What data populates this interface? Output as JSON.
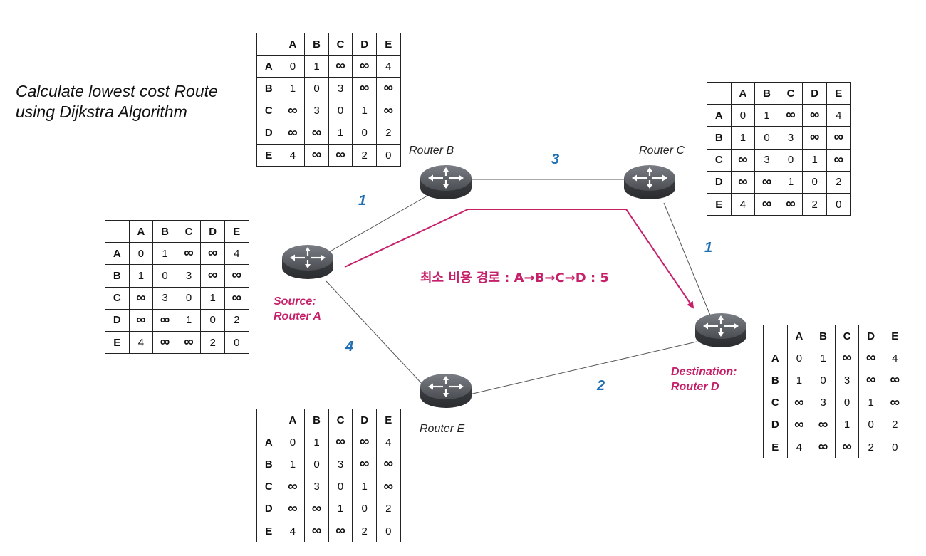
{
  "title": [
    "Calculate lowest cost Route",
    "using Dijkstra Algorithm"
  ],
  "routers": {
    "A": [
      "Source:",
      "Router A"
    ],
    "B": [
      "Router B"
    ],
    "C": [
      "Router C"
    ],
    "D": [
      "Destination:",
      "Router D"
    ],
    "E": [
      "Router E"
    ]
  },
  "links": [
    {
      "from": "A",
      "to": "B",
      "cost": "1"
    },
    {
      "from": "B",
      "to": "C",
      "cost": "3"
    },
    {
      "from": "C",
      "to": "D",
      "cost": "1"
    },
    {
      "from": "A",
      "to": "E",
      "cost": "4"
    },
    {
      "from": "E",
      "to": "D",
      "cost": "2"
    }
  ],
  "shortest_path": {
    "label": "최소 비용 경로 : A→B→C→D : 5",
    "nodes": [
      "A",
      "B",
      "C",
      "D"
    ],
    "color": "#c6206a"
  },
  "colors": {
    "cost": "#1f6fb2",
    "highlight": "#c6206a",
    "router": "#4a4e53"
  },
  "table": {
    "headers": [
      "",
      "A",
      "B",
      "C",
      "D",
      "E"
    ],
    "rows": [
      [
        "A",
        "0",
        "1",
        "∞",
        "∞",
        "4"
      ],
      [
        "B",
        "1",
        "0",
        "3",
        "∞",
        "∞"
      ],
      [
        "C",
        "∞",
        "3",
        "0",
        "1",
        "∞"
      ],
      [
        "D",
        "∞",
        "∞",
        "1",
        "0",
        "2"
      ],
      [
        "E",
        "4",
        "∞",
        "∞",
        "2",
        "0"
      ]
    ]
  },
  "table_owners": [
    "B",
    "C",
    "A",
    "D",
    "E"
  ]
}
